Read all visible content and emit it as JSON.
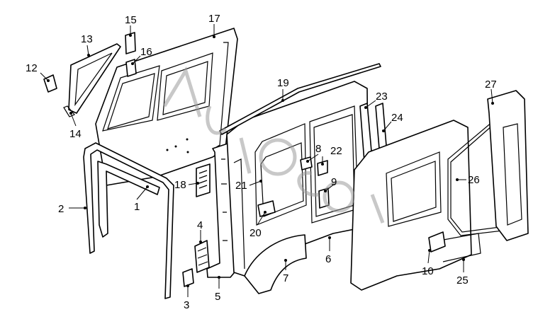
{
  "callouts": [
    {
      "id": "c1",
      "label": "1"
    },
    {
      "id": "c2",
      "label": "2"
    },
    {
      "id": "c3",
      "label": "3"
    },
    {
      "id": "c4",
      "label": "4"
    },
    {
      "id": "c5",
      "label": "5"
    },
    {
      "id": "c6",
      "label": "6"
    },
    {
      "id": "c7",
      "label": "7"
    },
    {
      "id": "c8",
      "label": "8"
    },
    {
      "id": "c9",
      "label": "9"
    },
    {
      "id": "c10",
      "label": "10"
    },
    {
      "id": "c12",
      "label": "12"
    },
    {
      "id": "c13",
      "label": "13"
    },
    {
      "id": "c14",
      "label": "14"
    },
    {
      "id": "c15",
      "label": "15"
    },
    {
      "id": "c16",
      "label": "16"
    },
    {
      "id": "c17",
      "label": "17"
    },
    {
      "id": "c18",
      "label": "18"
    },
    {
      "id": "c19",
      "label": "19"
    },
    {
      "id": "c20",
      "label": "20"
    },
    {
      "id": "c21",
      "label": "21"
    },
    {
      "id": "c22",
      "label": "22"
    },
    {
      "id": "c23",
      "label": "23"
    },
    {
      "id": "c24",
      "label": "24"
    },
    {
      "id": "c25",
      "label": "25"
    },
    {
      "id": "c26",
      "label": "26"
    },
    {
      "id": "c27",
      "label": "27"
    }
  ],
  "colors": {
    "line": "#000000",
    "background": "#ffffff",
    "watermark": "#9a9a9a"
  }
}
